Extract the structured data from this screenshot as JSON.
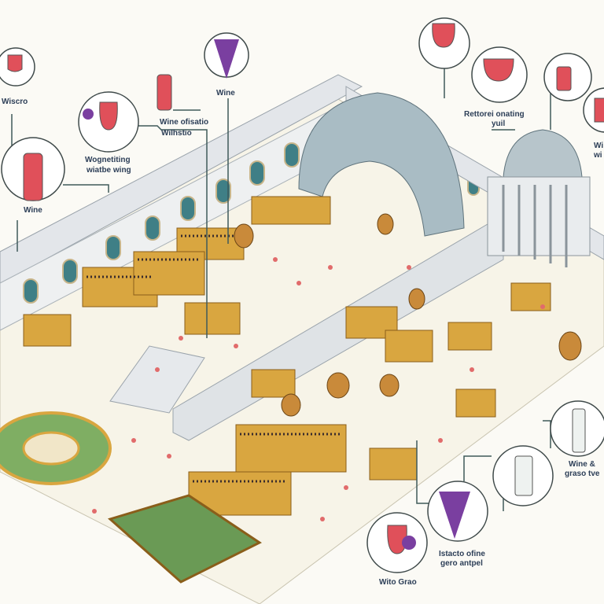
{
  "title": "Wine market hall illustration",
  "callouts": [
    {
      "id": "c1",
      "label": "Wiscro",
      "icon": "wine-glass"
    },
    {
      "id": "c2",
      "label": "Wine",
      "icon": "grapes"
    },
    {
      "id": "c3",
      "label_line1": "Wine ofisatio",
      "label_line2": "Wilhstio",
      "icon": "wine-bottle"
    },
    {
      "id": "c4",
      "label_line1": "Wognetiting",
      "label_line2": "wiatbe wing",
      "icon": "wine-glass"
    },
    {
      "id": "c5",
      "label": "Wine",
      "icon": "wine-bottle"
    },
    {
      "id": "c6",
      "label_line1": "Rettorei onating",
      "label_line2": "yuil",
      "icon": "wine-glass"
    },
    {
      "id": "c7",
      "label_line1": "Wi",
      "label_line2": "wi",
      "icon": "wine-glass"
    },
    {
      "id": "c8",
      "label_line1": "Wine &",
      "label_line2": "graso tve",
      "icon": "wine-bottle"
    },
    {
      "id": "c9",
      "label_line1": "Istacto ofine",
      "label_line2": "gero antpel",
      "icon": "grapes"
    },
    {
      "id": "c10",
      "label": "Wito Grao",
      "icon": "wine-glass"
    }
  ],
  "colors": {
    "wall": "#e3e6ea",
    "floor": "#f7f4e8",
    "stall": "#d9a640",
    "wine": "#e0505a",
    "grape": "#7a3fa0",
    "line": "#3f5a5a",
    "dome": "#a9bcc4"
  }
}
